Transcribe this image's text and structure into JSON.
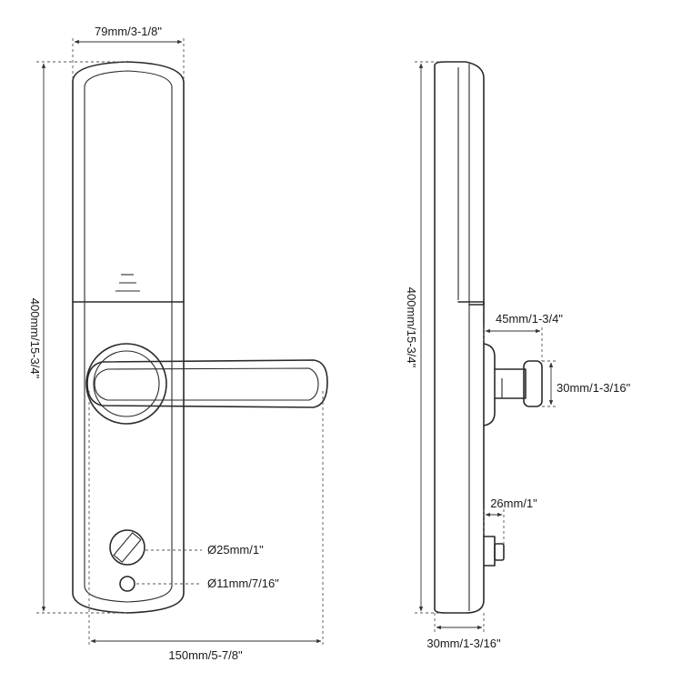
{
  "front_view": {
    "width_label": "79mm/3-1/8\"",
    "height_label": "400mm/15-3/4\"",
    "handle_reach_label": "150mm/5-7/8\"",
    "thumbturn_label": "Ø25mm/1\"",
    "keyhole_label": "Ø11mm/7/16\""
  },
  "side_view": {
    "height_label": "400mm/15-3/4\"",
    "handle_projection_label": "45mm/1-3/4\"",
    "handle_grip_label": "30mm/1-3/16\"",
    "thumbturn_projection_label": "26mm/1\"",
    "body_depth_label": "30mm/1-3/16\""
  }
}
